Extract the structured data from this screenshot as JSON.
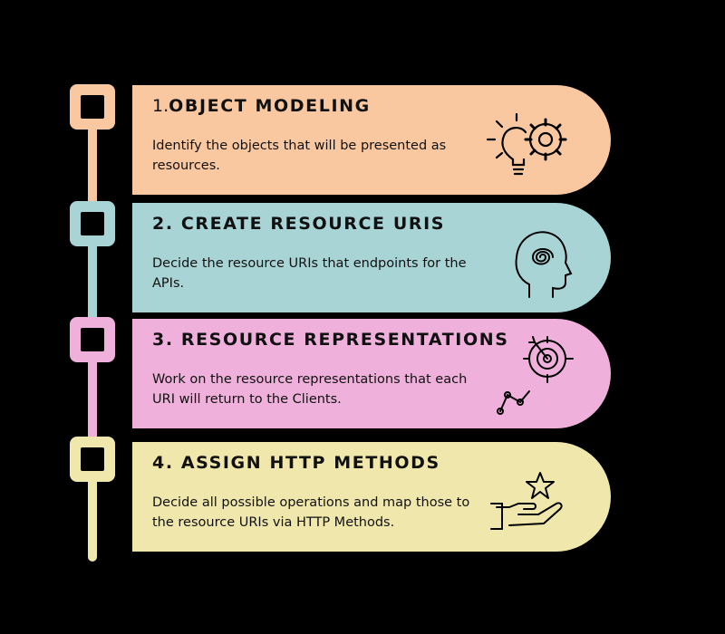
{
  "steps": [
    {
      "number": "1.",
      "title": "OBJECT MODELING",
      "description": "Identify the objects that will be presented as resources.",
      "color": "#FAC8A0",
      "icon": "lightbulb-gear-icon"
    },
    {
      "number": "2.",
      "title": "CREATE RESOURCE URIS",
      "description": "Decide the resource URIs that endpoints for the APIs.",
      "color": "#A8D4D6",
      "icon": "head-spiral-icon"
    },
    {
      "number": "3.",
      "title": "RESOURCE REPRESENTATIONS",
      "description": "Work on the resource representations that each URI will return to the Clients.",
      "color": "#EFB1DB",
      "icon": "target-growth-icon"
    },
    {
      "number": "4.",
      "title": "ASSIGN HTTP METHODS",
      "description": "Decide all possible operations and map those to the resource URIs via HTTP Methods.",
      "color": "#EFE7AB",
      "icon": "hand-star-icon"
    }
  ]
}
